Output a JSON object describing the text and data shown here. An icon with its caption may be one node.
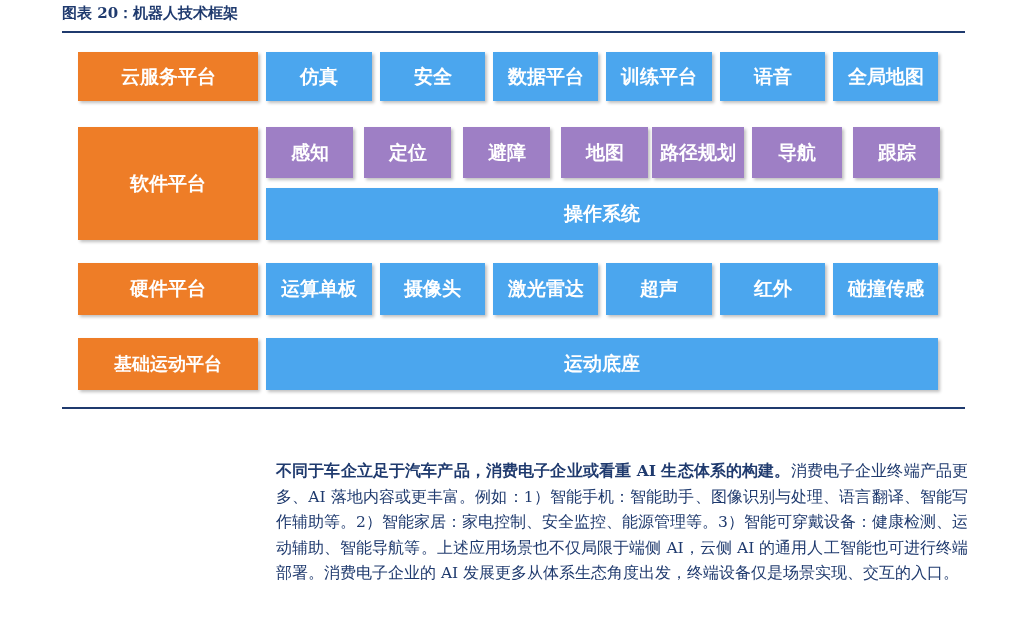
{
  "diagram": {
    "title": "图表 20：机器人技术框架",
    "nodes": [
      {
        "text": [
          "云服务平台"
        ]
      },
      {
        "text": [
          "仿真"
        ]
      },
      {
        "text": [
          "安全"
        ]
      },
      {
        "text": [
          "数据平台"
        ]
      },
      {
        "text": [
          "训练平台"
        ]
      },
      {
        "text": [
          "语音"
        ]
      },
      {
        "text": [
          "全局地图"
        ]
      },
      {
        "text": [
          "软件平台"
        ]
      },
      {
        "text": [
          "感知"
        ]
      },
      {
        "text": [
          "定位"
        ]
      },
      {
        "text": [
          "避障"
        ]
      },
      {
        "text": [
          "地图"
        ]
      },
      {
        "text": [
          "路径规划"
        ]
      },
      {
        "text": [
          "导航"
        ]
      },
      {
        "text": [
          "跟踪"
        ]
      },
      {
        "text": [
          "操作系统"
        ]
      },
      {
        "text": [
          "硬件平台"
        ]
      },
      {
        "text": [
          "运算单板"
        ]
      },
      {
        "text": [
          "摄像头"
        ]
      },
      {
        "text": [
          "激光雷达"
        ]
      },
      {
        "text": [
          "超声"
        ]
      },
      {
        "text": [
          "红外"
        ]
      },
      {
        "text": [
          "碰撞传感"
        ]
      },
      {
        "text": [
          "基础运动平台"
        ]
      },
      {
        "text": [
          "运动底座"
        ]
      }
    ],
    "labels": [
      "**不同于车企立足于汽车产品，消费电子企业或看重 AI 生态体系的构建。**消费电子企业终端产品更多、AI 落地内容或更丰富。例如：1）智能手机：智能助手、图像识别与处理、语言翻译、智能写作辅助等。2）智能家居：家电控制、安全监控、能源管理等。3）智能可穿戴设备：健康检测、运动辅助、智能导航等。上述应用场景也不仅局限于端侧 AI，云侧 AI 的通用人工智能也可进行终端部署。消费电子企业的 AI 发展更多从体系生态角度出发，终端设备仅是场景实现、交互的入口。"
    ]
  }
}
